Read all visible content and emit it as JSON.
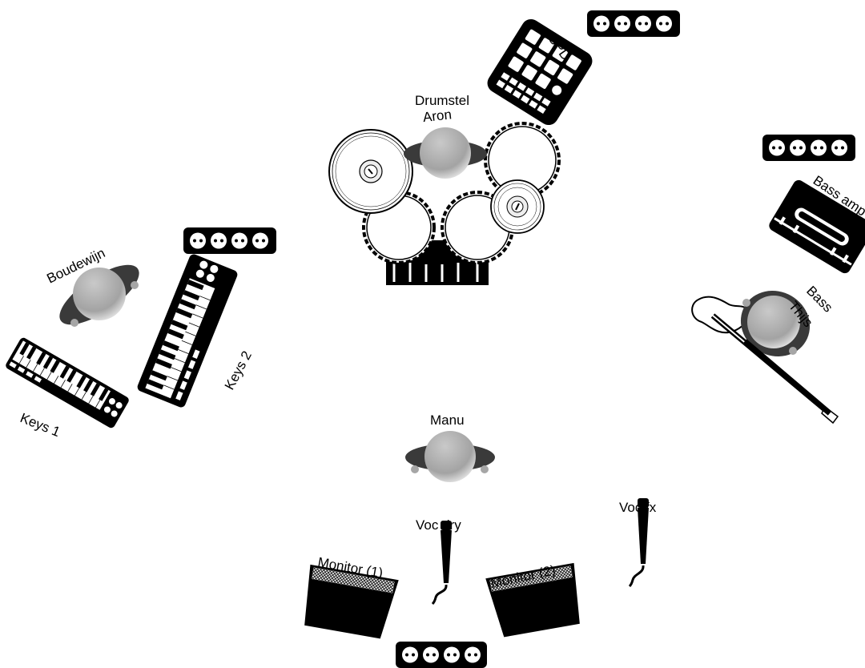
{
  "labels": {
    "drumstel": "Drumstel",
    "aron": "Aron",
    "spd": "SPD",
    "bass_amp": "Bass amp",
    "bass": "Bass",
    "thijs": "Thijs",
    "boudewijn": "Boudewijn",
    "keys1": "Keys 1",
    "keys2": "Keys 2",
    "manu": "Manu",
    "voc_dry": "Voc dry",
    "voc_fx": "Voc fx",
    "monitor1": "Monitor (1)",
    "monitor2": "Monitor (2)"
  },
  "colors": {
    "ink": "#000000",
    "person_gray": "#a6a6a6",
    "shoulder_gray": "#5a5a5a"
  }
}
